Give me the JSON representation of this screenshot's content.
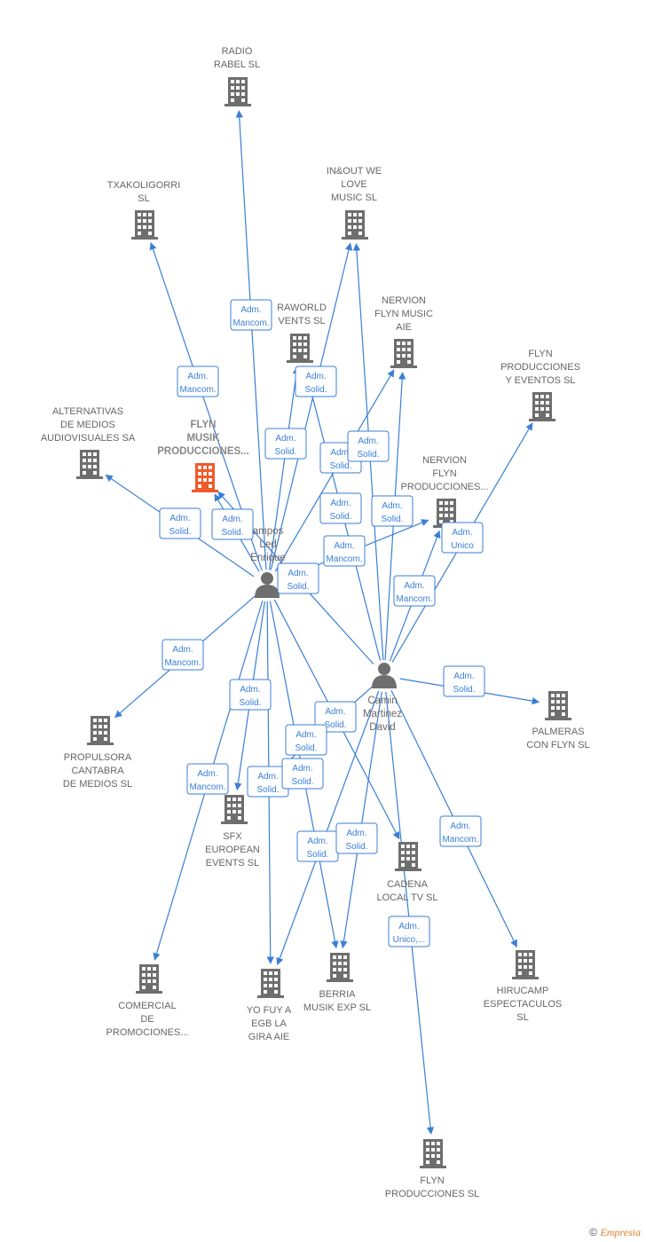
{
  "companies": [
    {
      "id": "radio-rabel",
      "lines": [
        "RADIO",
        "RABEL SL"
      ]
    },
    {
      "id": "txakoligorri",
      "lines": [
        "TXAKOLIGORRI",
        "SL"
      ]
    },
    {
      "id": "inout",
      "lines": [
        "IN&OUT WE",
        "LOVE",
        "MUSIC  SL"
      ]
    },
    {
      "id": "raworld",
      "lines": [
        "RAWORLD",
        "VENTS  SL"
      ]
    },
    {
      "id": "nervion-flyn-music",
      "lines": [
        "NERVION",
        "FLYN MUSIC",
        "AIE"
      ]
    },
    {
      "id": "flyn-producciones-eventos",
      "lines": [
        "FLYN",
        "PRODUCCIONES",
        "Y EVENTOS  SL"
      ]
    },
    {
      "id": "alternativas",
      "lines": [
        "ALTERNATIVAS",
        "DE MEDIOS",
        "AUDIOVISUALES SA"
      ]
    },
    {
      "id": "flyn-musik",
      "lines": [
        "FLYN",
        "MUSIK",
        "PRODUCCIONES..."
      ],
      "main": true
    },
    {
      "id": "nervion-flyn-producciones",
      "lines": [
        "NERVION",
        "FLYN",
        "PRODUCCIONES..."
      ]
    },
    {
      "id": "palmeras",
      "lines": [
        "PALMERAS",
        "CON FLYN SL"
      ]
    },
    {
      "id": "propulsora",
      "lines": [
        "PROPULSORA",
        "CANTABRA",
        "DE MEDIOS SL"
      ]
    },
    {
      "id": "sfx",
      "lines": [
        "SFX",
        "EUROPEAN",
        "EVENTS  SL"
      ]
    },
    {
      "id": "cadena-local",
      "lines": [
        "CADENA",
        "LOCAL TV SL"
      ]
    },
    {
      "id": "hirucamp",
      "lines": [
        "HIRUCAMP",
        "ESPECTACULOS",
        "SL"
      ]
    },
    {
      "id": "comercial",
      "lines": [
        "COMERCIAL",
        "DE",
        "PROMOCIONES..."
      ]
    },
    {
      "id": "yo-fuy",
      "lines": [
        "YO FUY A",
        "EGB LA",
        "GIRA  AIE"
      ]
    },
    {
      "id": "berria",
      "lines": [
        "BERRIA",
        "MUSIK EXP  SL"
      ]
    },
    {
      "id": "flyn-producciones",
      "lines": [
        "FLYN",
        "PRODUCCIONES SL"
      ]
    }
  ],
  "persons": [
    {
      "id": "campos",
      "lines": [
        "ampos",
        "Led",
        "Enrique"
      ]
    },
    {
      "id": "camin",
      "lines": [
        "Camin",
        "Martinez",
        "David"
      ]
    }
  ],
  "relations": [
    {
      "lines": [
        "Adm.",
        "Mancom."
      ]
    },
    {
      "lines": [
        "Adm.",
        "Mancom."
      ]
    },
    {
      "lines": [
        "Adm.",
        "Solid."
      ]
    },
    {
      "lines": [
        "Adm.",
        "Solid."
      ]
    },
    {
      "lines": [
        "Adm.",
        "Solid."
      ]
    },
    {
      "lines": [
        "Adm.",
        "Solid."
      ]
    },
    {
      "lines": [
        "Adm.",
        "Solid."
      ]
    },
    {
      "lines": [
        "Adm.",
        "Solid."
      ]
    },
    {
      "lines": [
        "Adm.",
        "Solid."
      ]
    },
    {
      "lines": [
        "Adm.",
        "Solid."
      ]
    },
    {
      "lines": [
        "Adm.",
        "Mancom."
      ]
    },
    {
      "lines": [
        "Adm.",
        "Unico"
      ]
    },
    {
      "lines": [
        "Adm.",
        "Solid."
      ]
    },
    {
      "lines": [
        "Adm.",
        "Mancom."
      ]
    },
    {
      "lines": [
        "Adm.",
        "Mancom."
      ]
    },
    {
      "lines": [
        "Adm.",
        "Solid."
      ]
    },
    {
      "lines": [
        "Adm.",
        "Solid."
      ]
    },
    {
      "lines": [
        "Adm.",
        "Solid."
      ]
    },
    {
      "lines": [
        "Adm.",
        "Solid."
      ]
    },
    {
      "lines": [
        "Adm.",
        "Mancom."
      ]
    },
    {
      "lines": [
        "Adm.",
        "Solid."
      ]
    },
    {
      "lines": [
        "Adm.",
        "Solid."
      ]
    },
    {
      "lines": [
        "Adm.",
        "Solid."
      ]
    },
    {
      "lines": [
        "Adm.",
        "Solid."
      ]
    },
    {
      "lines": [
        "Adm.",
        "Mancom."
      ]
    },
    {
      "lines": [
        "Adm.",
        "Unico,..."
      ]
    }
  ],
  "colors": {
    "edge": "#3a7fd5",
    "building": "#6e6e6e",
    "main_building": "#f05a28",
    "person": "#6e6e6e"
  },
  "footer": {
    "copyright": "©",
    "brand": "Empresia"
  }
}
